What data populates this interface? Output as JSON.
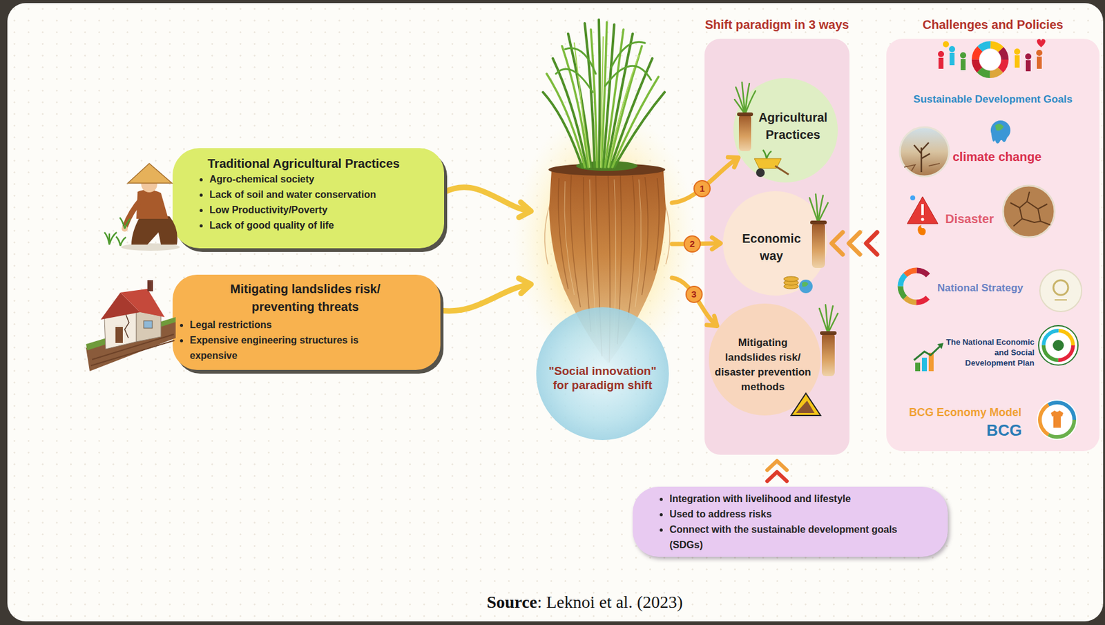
{
  "diagram": {
    "caption": "Source: Leknoi et al. (2023)",
    "nodes": [
      {
        "text": [
          "Traditional Agricultural Practices",
          "Agro-chemical society",
          "Lack of soil and water conservation",
          "Low Productivity/Poverty",
          "Lack of good quality of life"
        ]
      },
      {
        "text": [
          "Mitigating landslides risk/ preventing threats",
          "Legal restrictions",
          "Expensive engineering structures is expensive"
        ]
      },
      {
        "text": [
          "\"Social innovation\" for paradigm shift"
        ]
      },
      {
        "text": [
          "Shift paradigm in 3 ways"
        ]
      },
      {
        "text": [
          "Agricultural Practices"
        ],
        "in": 3
      },
      {
        "text": [
          "Economic way"
        ],
        "in": 3
      },
      {
        "text": [
          "Mitigating landslides risk/ disaster prevention methods"
        ],
        "in": 3
      },
      {
        "text": [
          "Challenges and Policies",
          "Sustainable Development Goals",
          "climate change",
          "Disaster",
          "National Strategy",
          "The National Economic and Social Development Plan",
          "BCG Economy Model",
          "BCG"
        ]
      },
      {
        "text": [
          "Integration with livelihood and lifestyle",
          "Used to address risks",
          "Connect with the sustainable development goals (SDGs)"
        ]
      }
    ],
    "edges": [
      {
        "from": 0,
        "to": 2,
        "arrow": "to"
      },
      {
        "from": 1,
        "to": 2,
        "arrow": "to"
      },
      {
        "from": 2,
        "to": 4,
        "label": "1",
        "arrow": "to"
      },
      {
        "from": 2,
        "to": 5,
        "label": "2",
        "arrow": "to"
      },
      {
        "from": 2,
        "to": 6,
        "label": "3",
        "arrow": "to"
      },
      {
        "from": 7,
        "to": 5,
        "arrow": "to"
      },
      {
        "from": 8,
        "to": 3,
        "arrow": "to"
      }
    ]
  }
}
